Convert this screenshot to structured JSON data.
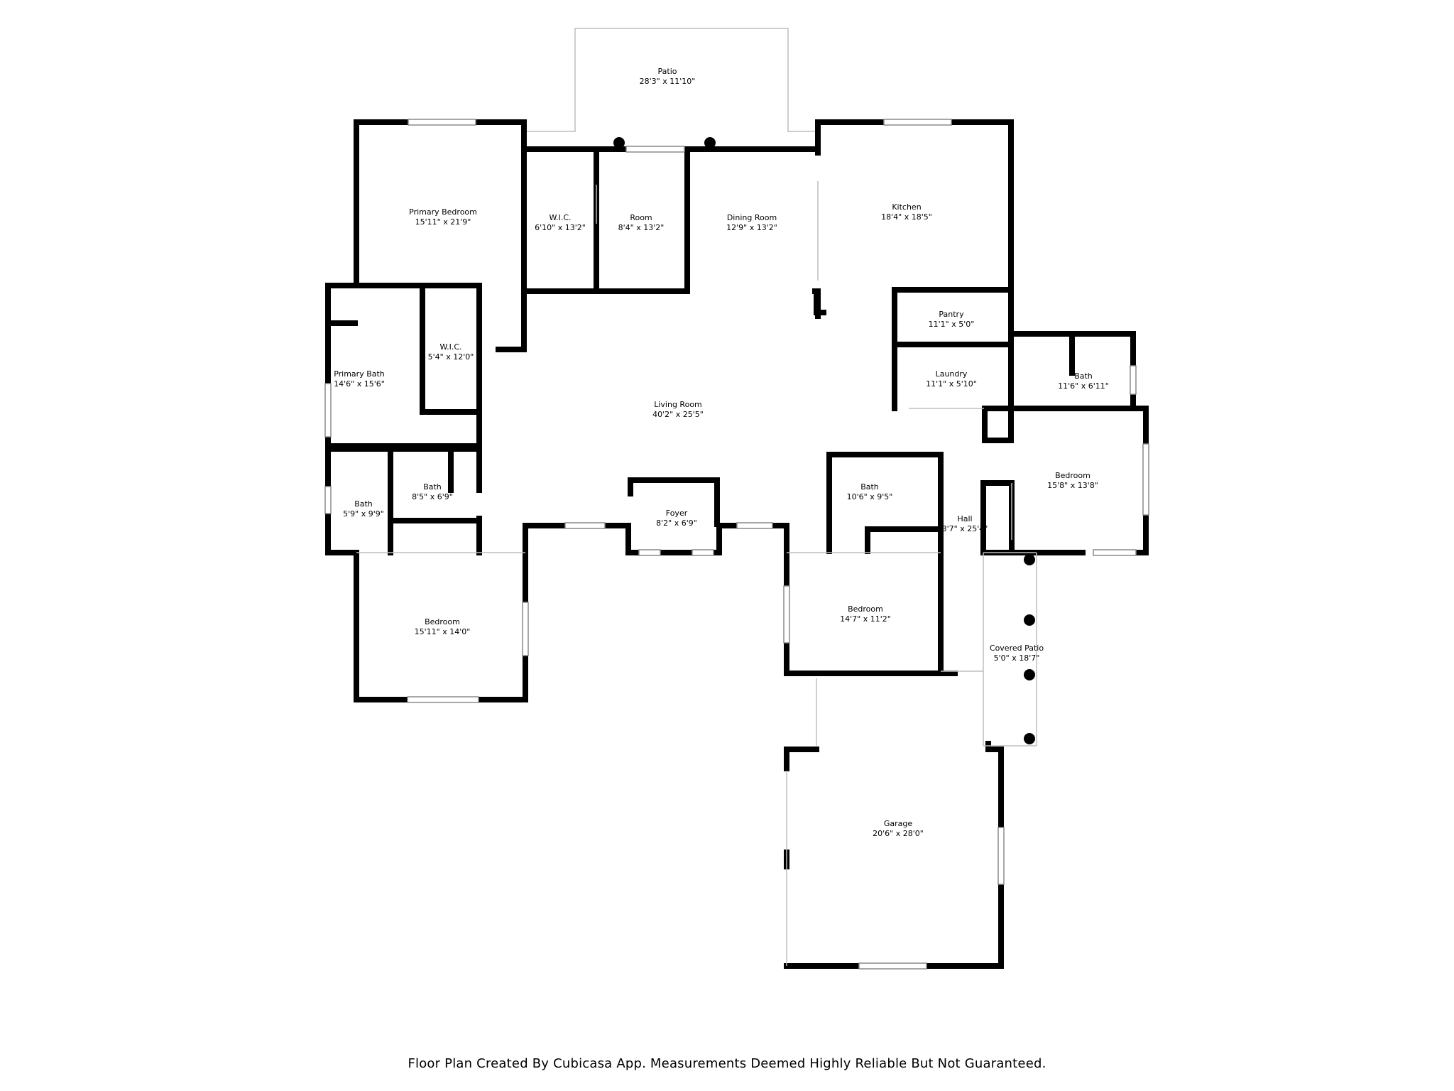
{
  "rooms": [
    {
      "id": "patio",
      "name": "Patio",
      "dims": "28'3\" x 11'10\""
    },
    {
      "id": "primary-bedroom",
      "name": "Primary Bedroom",
      "dims": "15'11\" x 21'9\""
    },
    {
      "id": "wic-1",
      "name": "W.I.C.",
      "dims": "6'10\" x 13'2\""
    },
    {
      "id": "room",
      "name": "Room",
      "dims": "8'4\" x 13'2\""
    },
    {
      "id": "dining-room",
      "name": "Dining Room",
      "dims": "12'9\" x 13'2\""
    },
    {
      "id": "kitchen",
      "name": "Kitchen",
      "dims": "18'4\" x 18'5\""
    },
    {
      "id": "pantry",
      "name": "Pantry",
      "dims": "11'1\" x 5'0\""
    },
    {
      "id": "laundry",
      "name": "Laundry",
      "dims": "11'1\" x 5'10\""
    },
    {
      "id": "bath-east",
      "name": "Bath",
      "dims": "11'6\" x 6'11\""
    },
    {
      "id": "primary-bath",
      "name": "Primary Bath",
      "dims": "14'6\" x 15'6\""
    },
    {
      "id": "wic-2",
      "name": "W.I.C.",
      "dims": "5'4\" x 12'0\""
    },
    {
      "id": "living-room",
      "name": "Living Room",
      "dims": "40'2\" x 25'5\""
    },
    {
      "id": "bedroom-east",
      "name": "Bedroom",
      "dims": "15'8\" x 13'8\""
    },
    {
      "id": "bath-west-small",
      "name": "Bath",
      "dims": "5'9\" x 9'9\""
    },
    {
      "id": "bath-west",
      "name": "Bath",
      "dims": "8'5\" x 6'9\""
    },
    {
      "id": "foyer",
      "name": "Foyer",
      "dims": "8'2\" x 6'9\""
    },
    {
      "id": "bath-center",
      "name": "Bath",
      "dims": "10'6\" x 9'5\""
    },
    {
      "id": "hall",
      "name": "Hall",
      "dims": "3'7\" x 25'4\""
    },
    {
      "id": "bedroom-west",
      "name": "Bedroom",
      "dims": "15'11\" x 14'0\""
    },
    {
      "id": "bedroom-center",
      "name": "Bedroom",
      "dims": "14'7\" x 11'2\""
    },
    {
      "id": "covered-patio",
      "name": "Covered Patio",
      "dims": "5'0\" x 18'7\""
    },
    {
      "id": "garage",
      "name": "Garage",
      "dims": "20'6\" x 28'0\""
    }
  ],
  "caption": "Floor Plan Created By Cubicasa App. Measurements Deemed Highly Reliable But Not Guaranteed."
}
